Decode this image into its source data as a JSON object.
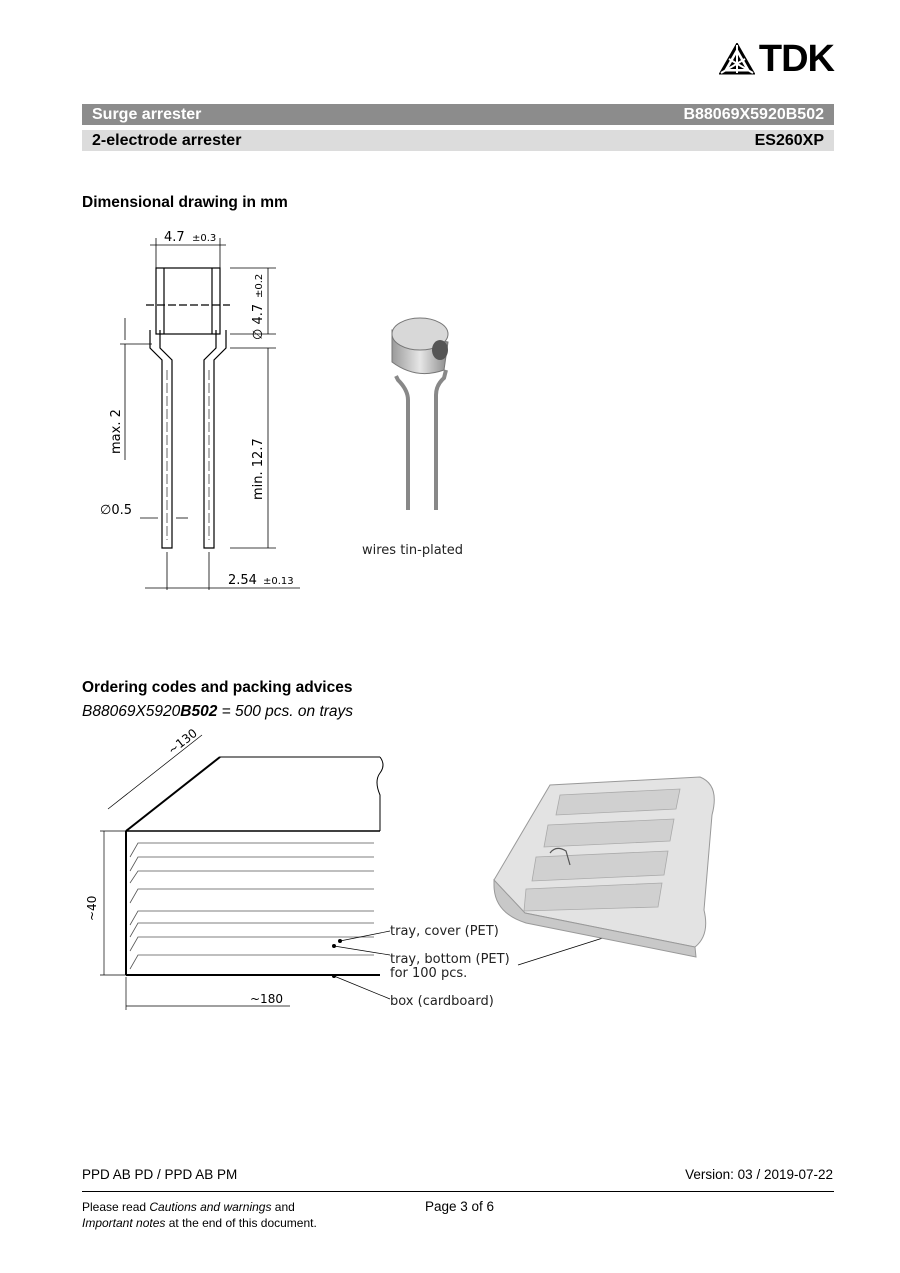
{
  "logo": {
    "text": "TDK"
  },
  "header": {
    "product_type": "Surge arrester",
    "part_number": "B88069X5920B502",
    "product_subtype": "2-electrode arrester",
    "product_name": "ES260XP"
  },
  "dimensional": {
    "heading": "Dimensional drawing in mm",
    "dim_width": "4.7",
    "dim_width_tol": "±0.3",
    "dim_diameter": "∅ 4.7",
    "dim_diameter_tol": "±0.2",
    "dim_max": "max. 2",
    "dim_min": "min. 12.7",
    "dim_wire": "∅0.5",
    "dim_pitch": "2.54",
    "dim_pitch_tol": "±0.13",
    "wires_label": "wires tin-plated"
  },
  "ordering": {
    "heading": "Ordering codes and packing advices",
    "code_prefix": "B88069X5920",
    "code_bold": "B502",
    "code_suffix": " = 500 pcs. on trays",
    "dim_130": "~130",
    "dim_40": "~40",
    "dim_180": "~180",
    "label_cover": "tray, cover (PET)",
    "label_bottom": "tray, bottom (PET)",
    "label_bottom2": "for 100 pcs.",
    "label_box": "box (cardboard)"
  },
  "footer": {
    "left": "PPD AB PD / PPD AB PM",
    "version": "Version: 03 / 2019-07-22",
    "note_1a": "Please read ",
    "note_1b": "Cautions and warnings",
    "note_1c": " and",
    "note_2a": "Important notes",
    "note_2b": " at the end of this document.",
    "page": "Page 3 of 6"
  }
}
